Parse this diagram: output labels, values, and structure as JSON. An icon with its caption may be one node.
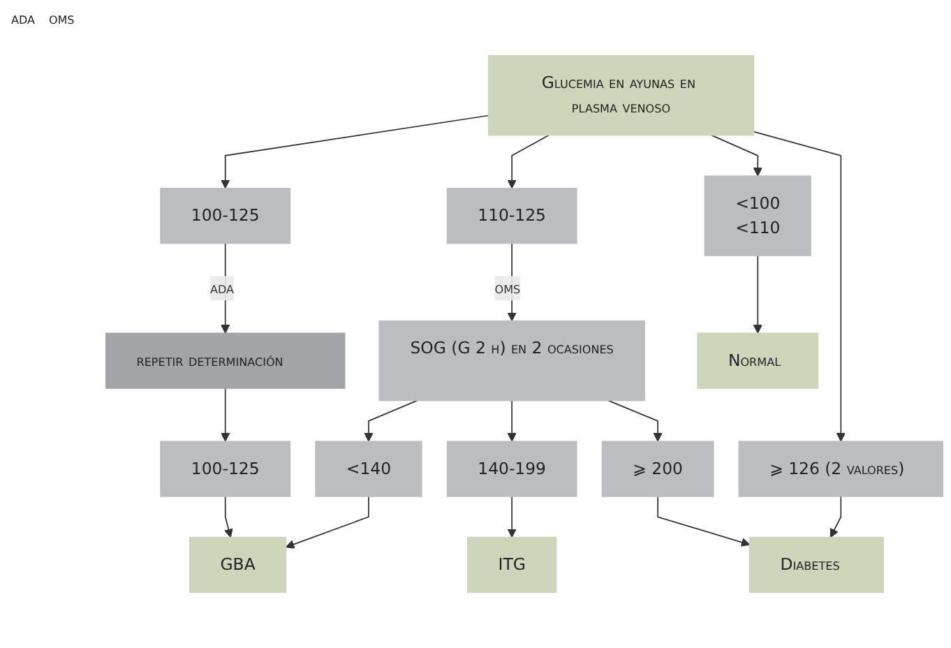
{
  "diagram": {
    "nodes": [
      {
        "text": [
          "Glucemia en ayunas en plasma venoso"
        ]
      },
      {
        "text": [
          "<100",
          "<110"
        ]
      },
      {
        "text": [
          "100-125"
        ]
      },
      {
        "text": [
          "110-125"
        ]
      },
      {
        "text": [
          "⩾ 126 (2 valores)"
        ]
      },
      {
        "text": [
          "repetir determinación"
        ]
      },
      {
        "text": [
          "SOG (G 2 h) en 2 ocasiones"
        ]
      },
      {
        "text": [
          "100-125"
        ]
      },
      {
        "text": [
          "<140"
        ]
      },
      {
        "text": [
          "140-199"
        ]
      },
      {
        "text": [
          "⩾ 200"
        ]
      },
      {
        "text": [
          "Normal"
        ]
      },
      {
        "text": [
          "GBA"
        ]
      },
      {
        "text": [
          "ITG"
        ]
      },
      {
        "text": [
          "Diabetes"
        ]
      }
    ],
    "edges": [
      {
        "from": 0,
        "to": 1,
        "arrow": "to"
      },
      {
        "from": 0,
        "to": 2,
        "arrow": "to"
      },
      {
        "from": 0,
        "to": 3,
        "arrow": "to"
      },
      {
        "from": 0,
        "to": 4,
        "arrow": "to"
      },
      {
        "from": 2,
        "to": 5,
        "arrow": "to",
        "label": "ada"
      },
      {
        "from": 3,
        "to": 6,
        "arrow": "to",
        "label": "oms"
      },
      {
        "from": 5,
        "to": 7,
        "arrow": "to"
      },
      {
        "from": 6,
        "to": 8,
        "arrow": "to"
      },
      {
        "from": 6,
        "to": 9,
        "arrow": "to"
      },
      {
        "from": 6,
        "to": 10,
        "arrow": "to"
      },
      {
        "from": 1,
        "to": 11,
        "arrow": "to"
      },
      {
        "from": 7,
        "to": 12,
        "arrow": "to"
      },
      {
        "from": 8,
        "to": 12,
        "arrow": "to"
      },
      {
        "from": 9,
        "to": 13,
        "arrow": "to"
      },
      {
        "from": 10,
        "to": 14,
        "arrow": "to"
      },
      {
        "from": 4,
        "to": 14,
        "arrow": "to"
      }
    ],
    "labels": [
      "ada",
      "oms"
    ]
  }
}
